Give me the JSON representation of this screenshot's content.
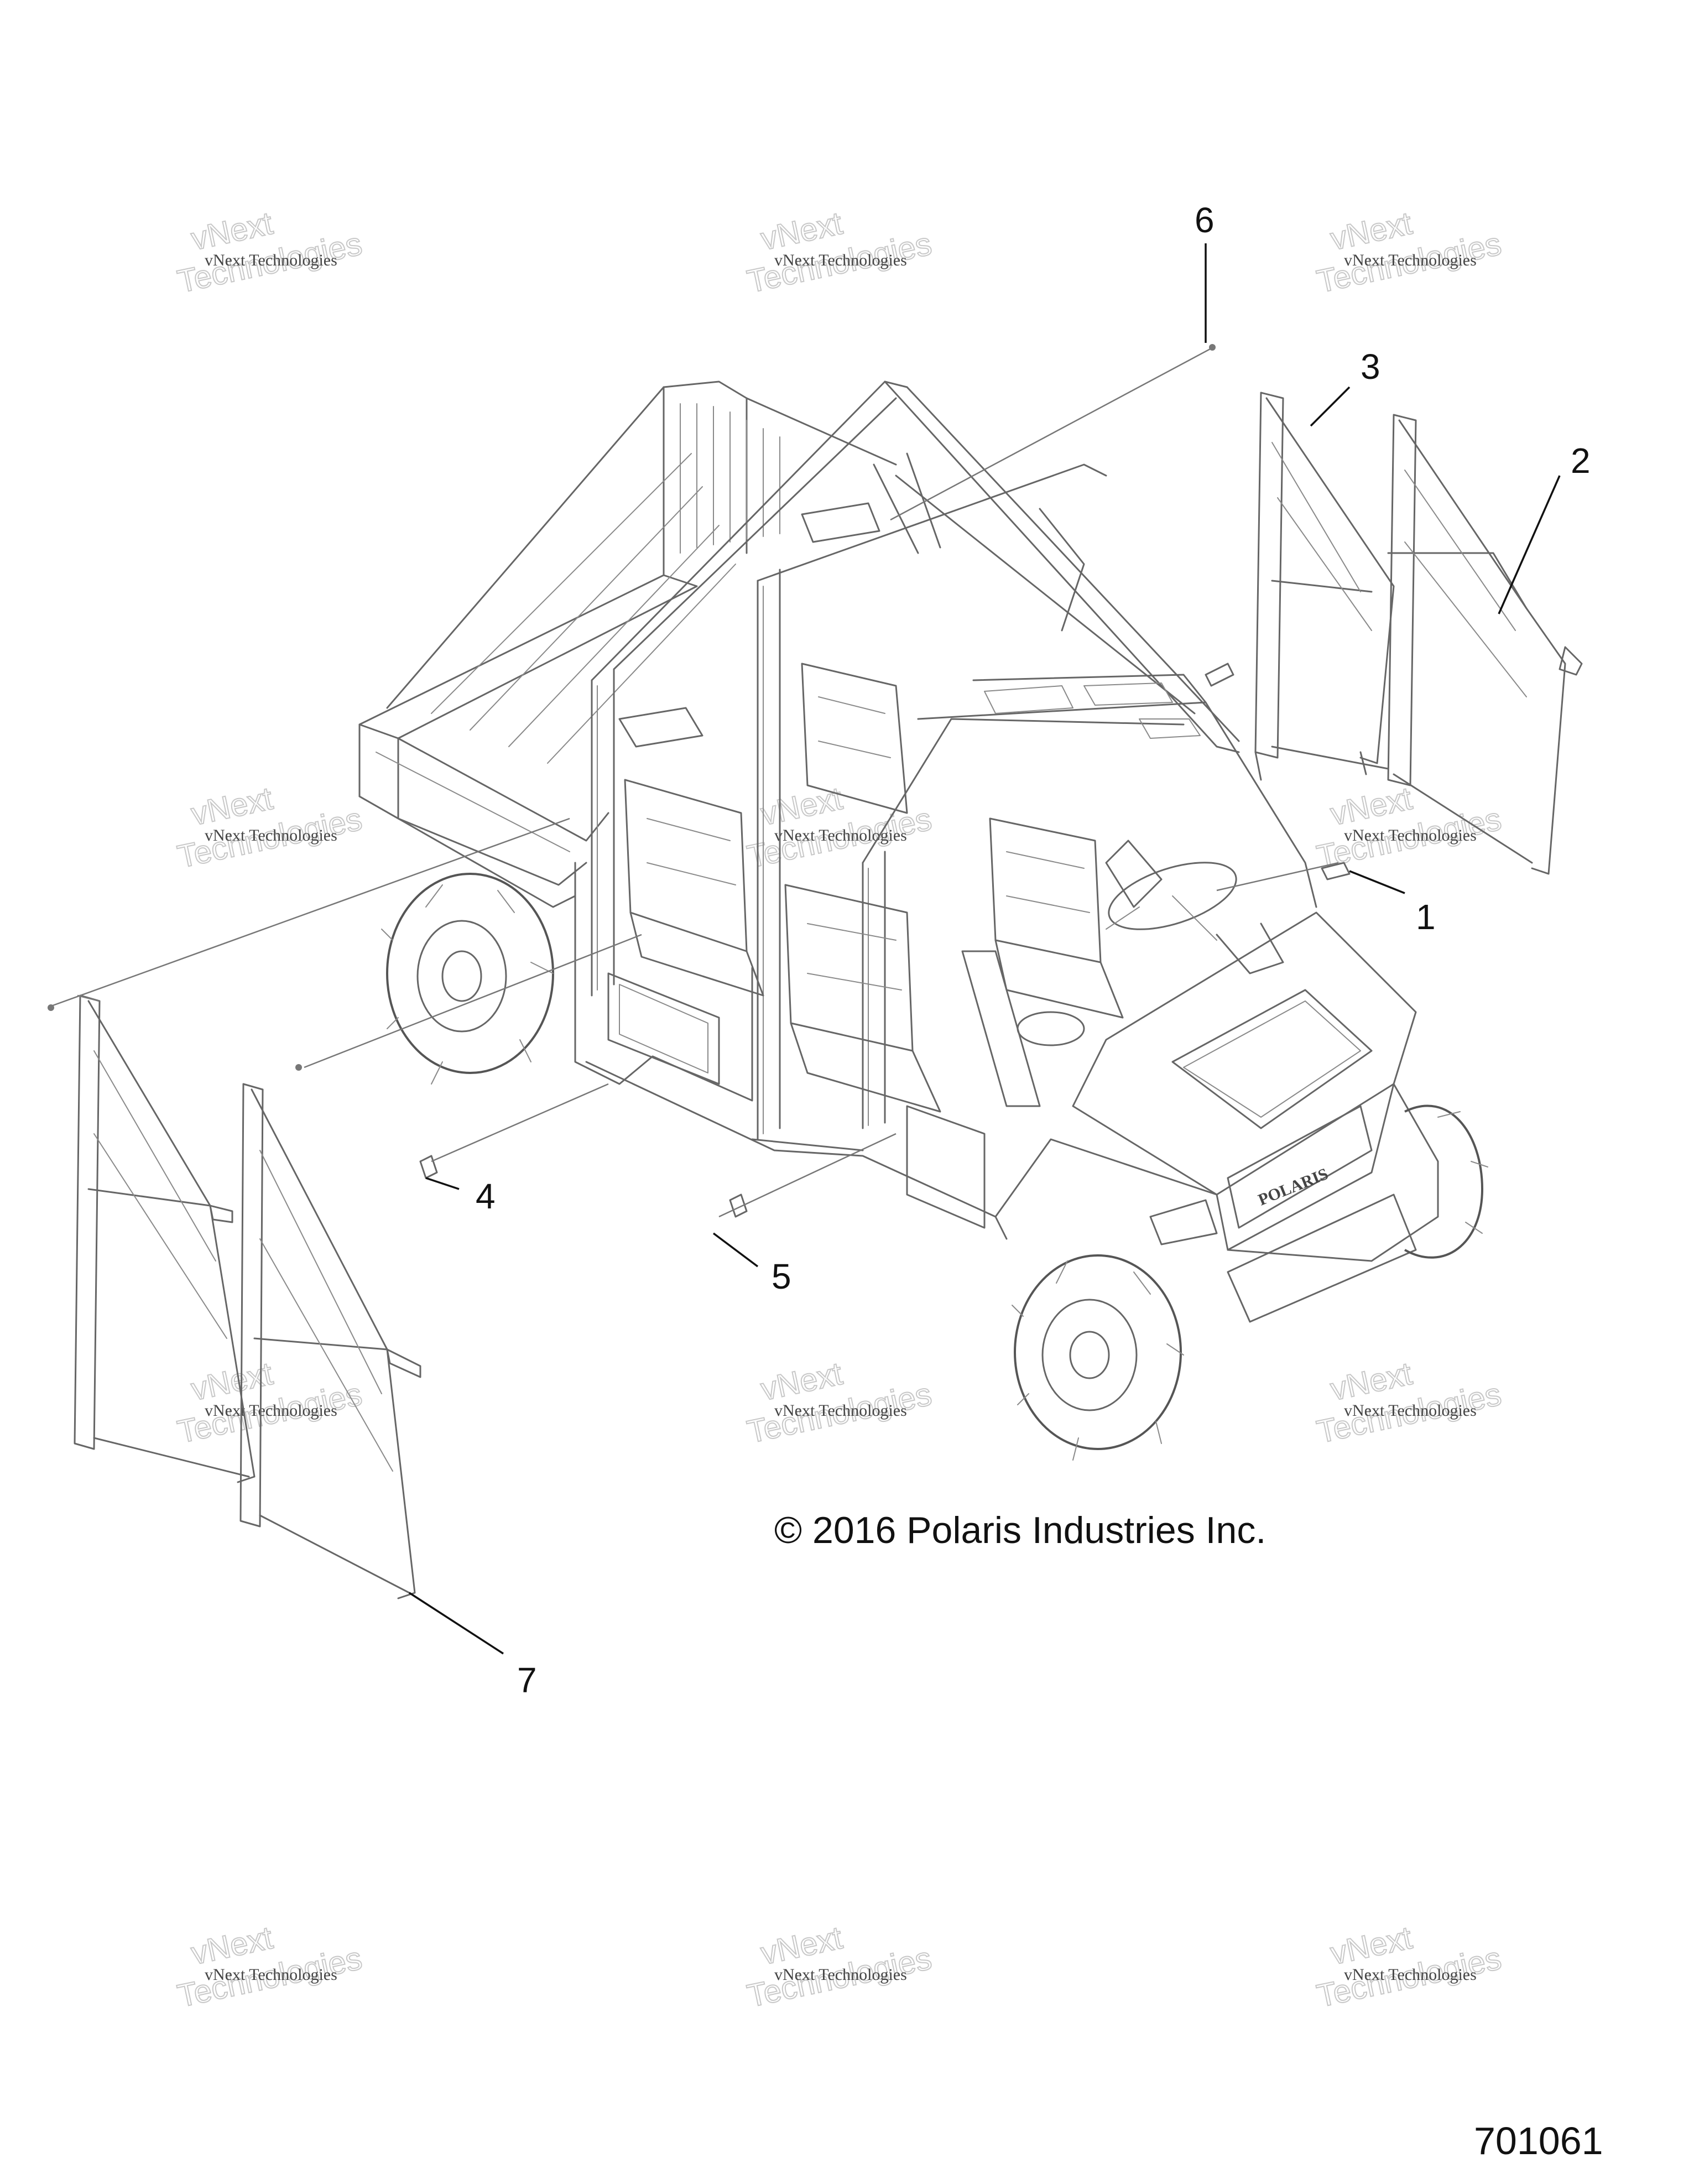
{
  "callouts": [
    {
      "id": "1",
      "label": "1"
    },
    {
      "id": "2",
      "label": "2"
    },
    {
      "id": "3",
      "label": "3"
    },
    {
      "id": "4",
      "label": "4"
    },
    {
      "id": "5",
      "label": "5"
    },
    {
      "id": "6",
      "label": "6"
    },
    {
      "id": "7",
      "label": "7"
    }
  ],
  "copyright": "© 2016 Polaris Industries Inc.",
  "part_number": "701061",
  "watermark": {
    "small": "vNext Technologies",
    "line1": "vNext",
    "line2": "Technologies"
  },
  "grille_brand": "POLARIS"
}
